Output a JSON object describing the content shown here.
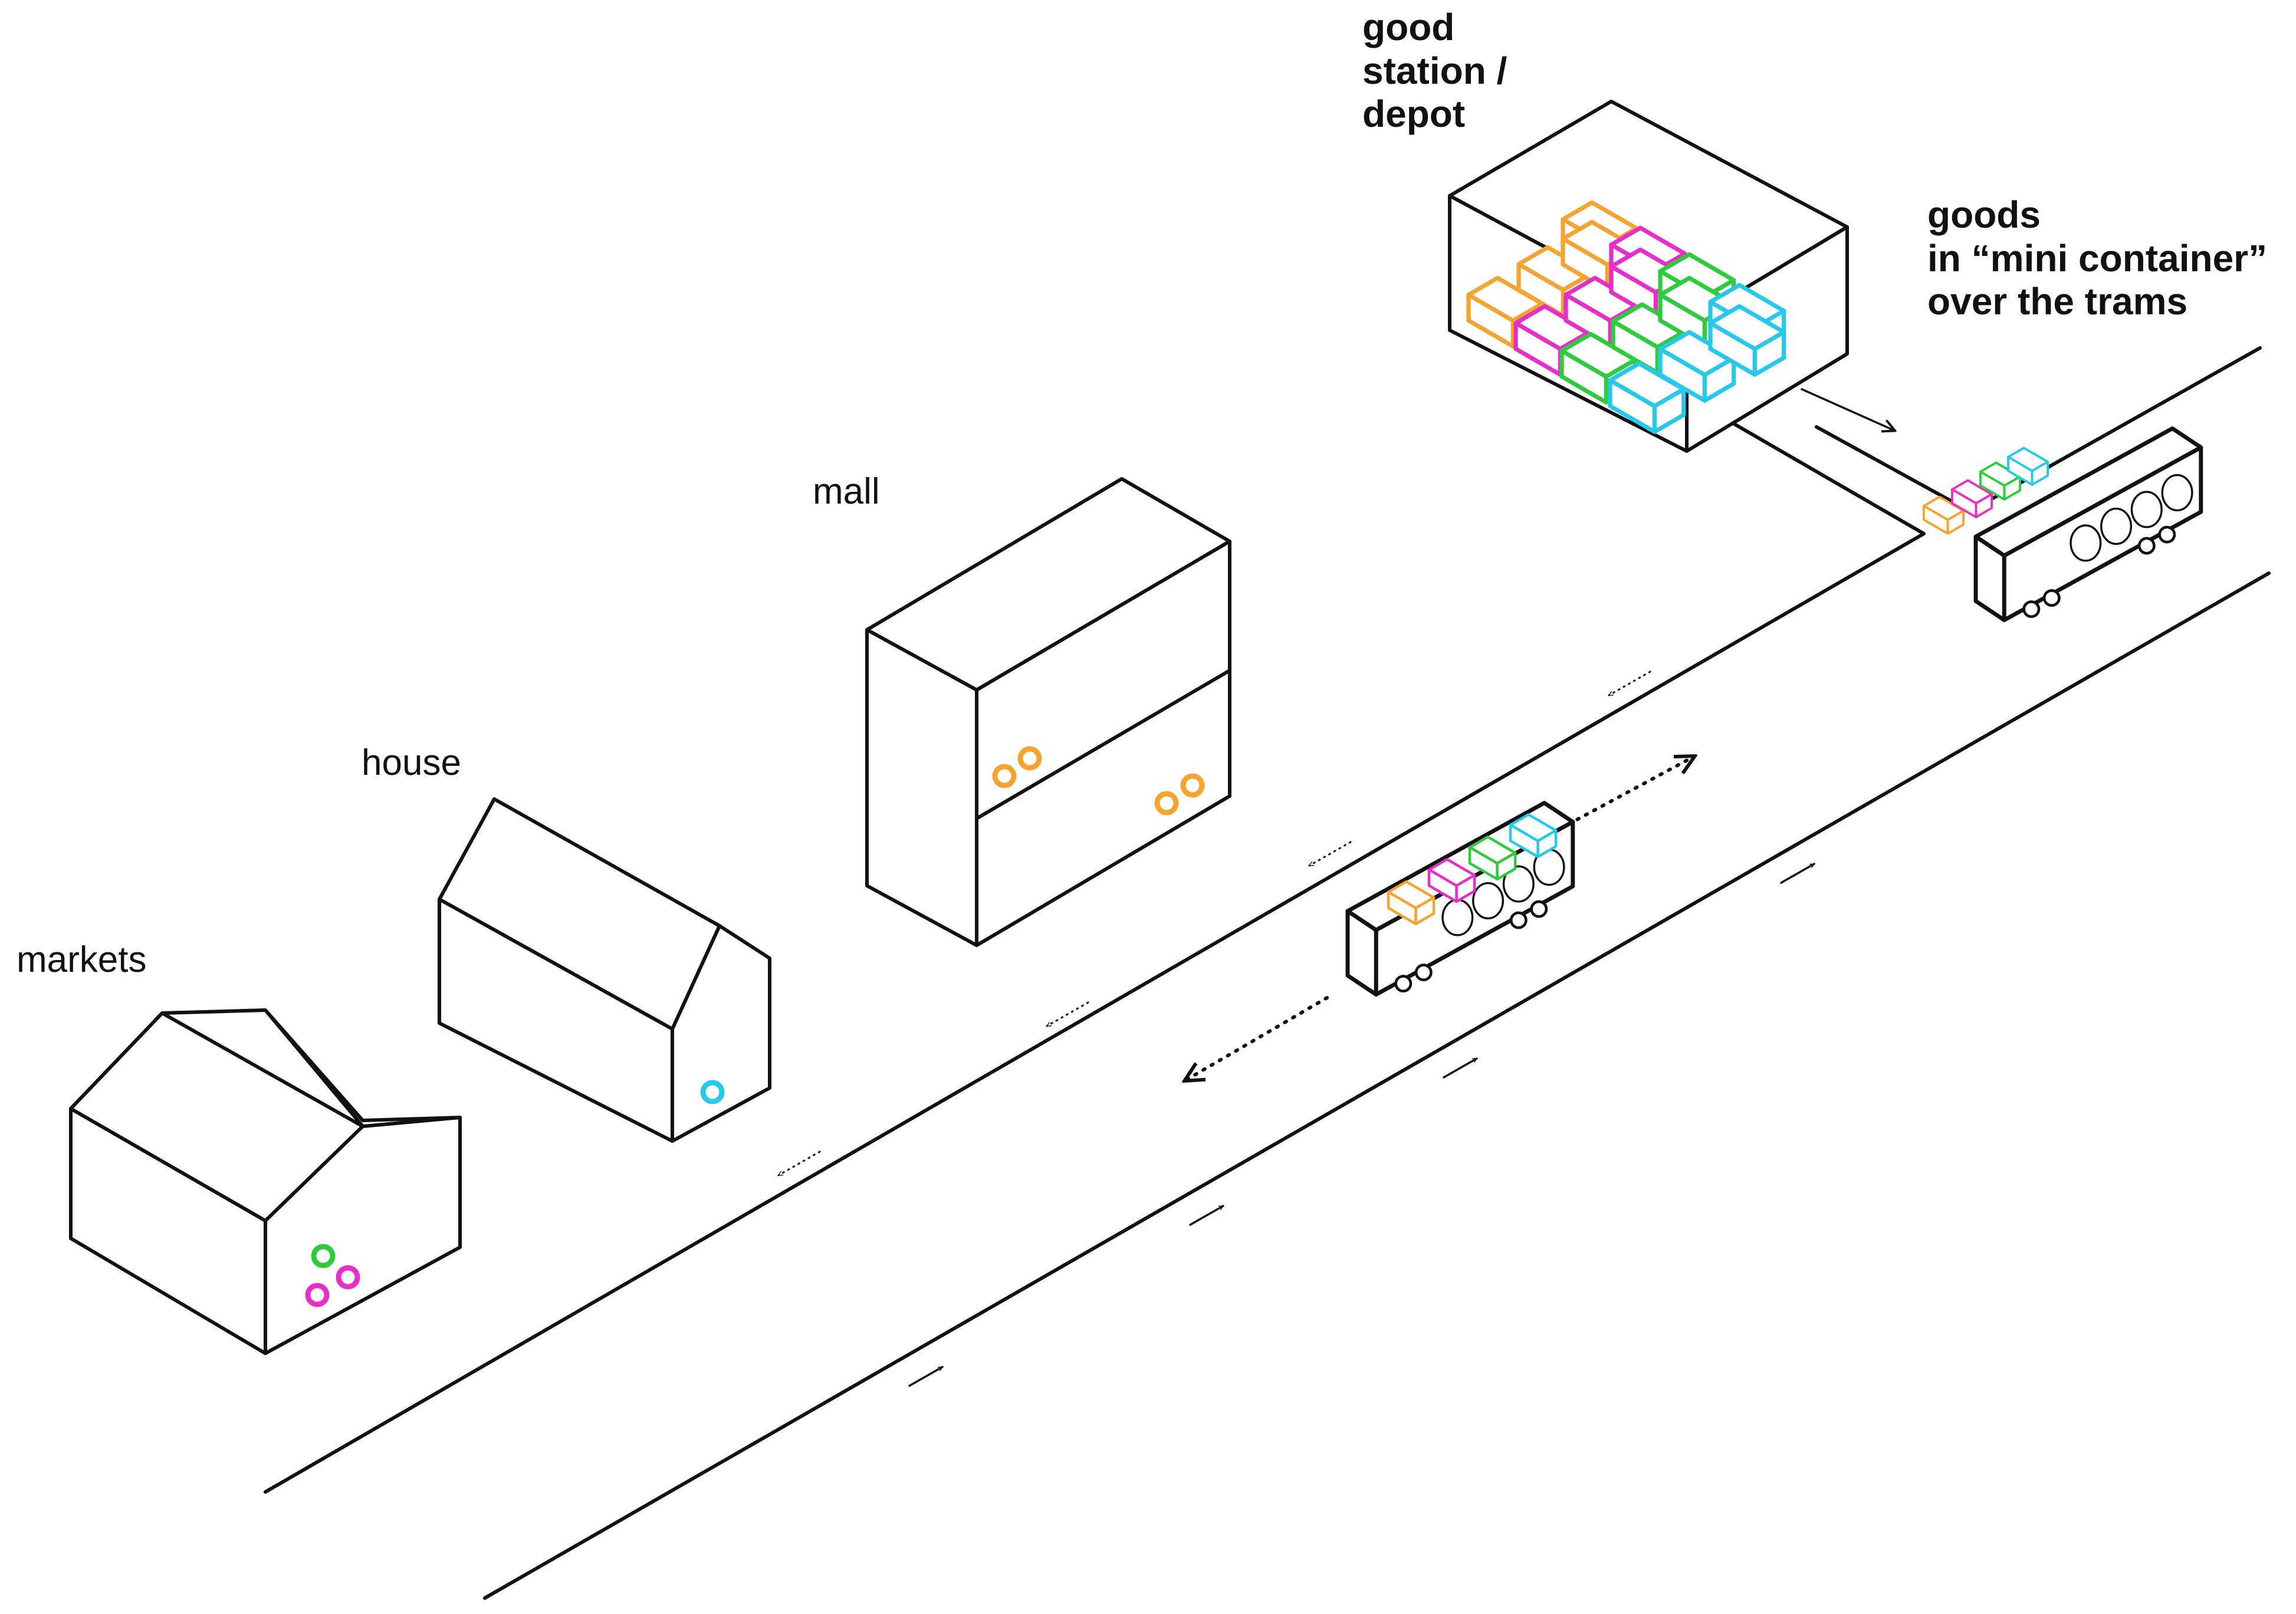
{
  "labels": {
    "markets": "markets",
    "house": "house",
    "mall": "mall",
    "depot": [
      "good",
      "station /",
      "depot"
    ],
    "goods_note": [
      "goods",
      "in “mini container”",
      "over the trams"
    ]
  },
  "colors": {
    "orange": "#f5a431",
    "magenta": "#e62fc9",
    "green": "#2fcb3f",
    "cyan": "#27c9ea",
    "ink": "#111111"
  },
  "icons": [
    "arrow-icon",
    "tram-icon",
    "container-icon",
    "goods-circle-icon"
  ]
}
